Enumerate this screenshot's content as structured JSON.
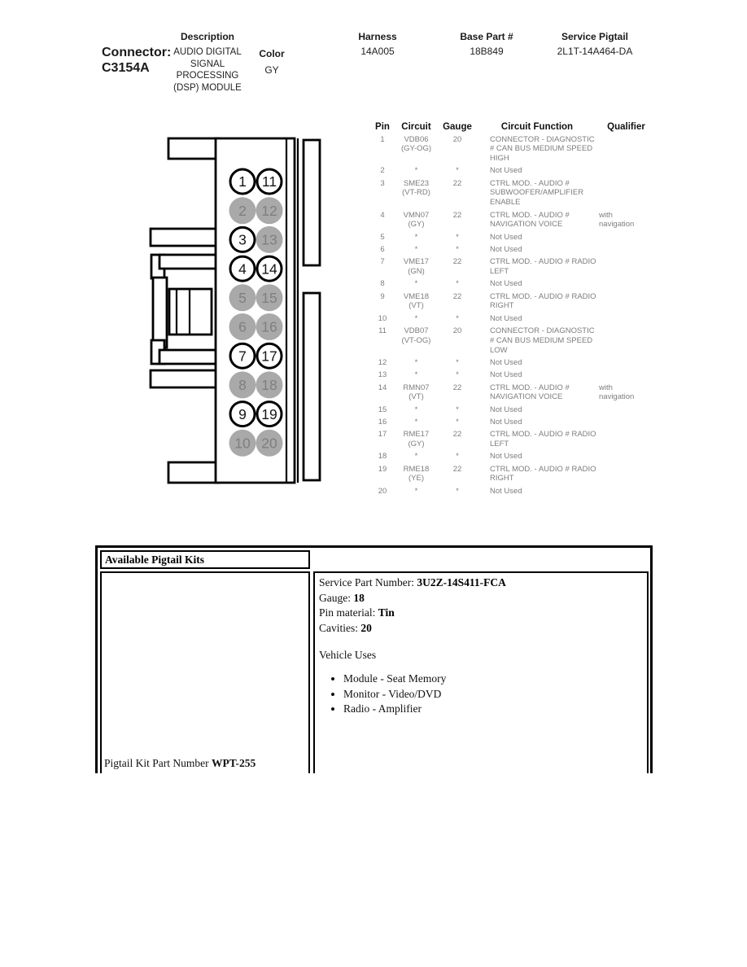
{
  "header": {
    "connector_label": "Connector:",
    "connector_id": "C3154A",
    "description_label": "Description",
    "description_value": "AUDIO DIGITAL SIGNAL PROCESSING (DSP) MODULE",
    "color_label": "Color",
    "color_value": "GY",
    "harness_label": "Harness",
    "harness_value": "14A005",
    "base_part_label": "Base Part #",
    "base_part_value": "18B849",
    "service_pigtail_label": "Service Pigtail",
    "service_pigtail_value": "2L1T-14A464-DA"
  },
  "connector_diagram": {
    "pins": [
      {
        "num": "1",
        "used": true
      },
      {
        "num": "2",
        "used": false
      },
      {
        "num": "3",
        "used": true
      },
      {
        "num": "4",
        "used": true
      },
      {
        "num": "5",
        "used": false
      },
      {
        "num": "6",
        "used": false
      },
      {
        "num": "7",
        "used": true
      },
      {
        "num": "8",
        "used": false
      },
      {
        "num": "9",
        "used": true
      },
      {
        "num": "10",
        "used": false
      },
      {
        "num": "11",
        "used": true
      },
      {
        "num": "12",
        "used": false
      },
      {
        "num": "13",
        "used": false
      },
      {
        "num": "14",
        "used": true
      },
      {
        "num": "15",
        "used": false
      },
      {
        "num": "16",
        "used": false
      },
      {
        "num": "17",
        "used": true
      },
      {
        "num": "18",
        "used": false
      },
      {
        "num": "19",
        "used": true
      },
      {
        "num": "20",
        "used": false
      }
    ],
    "unused_fill": "#a9a9a9",
    "used_fill": "#ffffff"
  },
  "pin_table": {
    "headers": [
      "Pin",
      "Circuit",
      "Gauge",
      "Circuit Function",
      "Qualifier"
    ],
    "rows": [
      {
        "pin": "1",
        "circuit": "VDB06\n(GY-OG)",
        "gauge": "20",
        "function": "CONNECTOR - DIAGNOSTIC\n# CAN BUS MEDIUM SPEED\nHIGH",
        "qualifier": ""
      },
      {
        "pin": "2",
        "circuit": "*",
        "gauge": "*",
        "function": "Not Used",
        "qualifier": ""
      },
      {
        "pin": "3",
        "circuit": "SME23\n(VT-RD)",
        "gauge": "22",
        "function": "CTRL MOD. - AUDIO #\nSUBWOOFER/AMPLIFIER\nENABLE",
        "qualifier": ""
      },
      {
        "pin": "4",
        "circuit": "VMN07\n(GY)",
        "gauge": "22",
        "function": "CTRL MOD. - AUDIO #\nNAVIGATION VOICE",
        "qualifier": "with\nnavigation"
      },
      {
        "pin": "5",
        "circuit": "*",
        "gauge": "*",
        "function": "Not Used",
        "qualifier": ""
      },
      {
        "pin": "6",
        "circuit": "*",
        "gauge": "*",
        "function": "Not Used",
        "qualifier": ""
      },
      {
        "pin": "7",
        "circuit": "VME17\n(GN)",
        "gauge": "22",
        "function": "CTRL MOD. - AUDIO # RADIO\nLEFT",
        "qualifier": ""
      },
      {
        "pin": "8",
        "circuit": "*",
        "gauge": "*",
        "function": "Not Used",
        "qualifier": ""
      },
      {
        "pin": "9",
        "circuit": "VME18\n(VT)",
        "gauge": "22",
        "function": "CTRL MOD. - AUDIO # RADIO\nRIGHT",
        "qualifier": ""
      },
      {
        "pin": "10",
        "circuit": "*",
        "gauge": "*",
        "function": "Not Used",
        "qualifier": ""
      },
      {
        "pin": "11",
        "circuit": "VDB07\n(VT-OG)",
        "gauge": "20",
        "function": "CONNECTOR - DIAGNOSTIC\n# CAN BUS MEDIUM SPEED\nLOW",
        "qualifier": ""
      },
      {
        "pin": "12",
        "circuit": "*",
        "gauge": "*",
        "function": "Not Used",
        "qualifier": ""
      },
      {
        "pin": "13",
        "circuit": "*",
        "gauge": "*",
        "function": "Not Used",
        "qualifier": ""
      },
      {
        "pin": "14",
        "circuit": "RMN07\n(VT)",
        "gauge": "22",
        "function": "CTRL MOD. - AUDIO #\nNAVIGATION VOICE",
        "qualifier": "with\nnavigation"
      },
      {
        "pin": "15",
        "circuit": "*",
        "gauge": "*",
        "function": "Not Used",
        "qualifier": ""
      },
      {
        "pin": "16",
        "circuit": "*",
        "gauge": "*",
        "function": "Not Used",
        "qualifier": ""
      },
      {
        "pin": "17",
        "circuit": "RME17\n(GY)",
        "gauge": "22",
        "function": "CTRL MOD. - AUDIO # RADIO\nLEFT",
        "qualifier": ""
      },
      {
        "pin": "18",
        "circuit": "*",
        "gauge": "*",
        "function": "Not Used",
        "qualifier": ""
      },
      {
        "pin": "19",
        "circuit": "RME18\n(YE)",
        "gauge": "22",
        "function": "CTRL MOD. - AUDIO # RADIO\nRIGHT",
        "qualifier": ""
      },
      {
        "pin": "20",
        "circuit": "*",
        "gauge": "*",
        "function": "Not Used",
        "qualifier": ""
      }
    ]
  },
  "pigtail_kits": {
    "title": "Available Pigtail Kits",
    "service_part_number_label": "Service Part Number:",
    "service_part_number": "3U2Z-14S411-FCA",
    "gauge_label": "Gauge:",
    "gauge": "18",
    "pin_material_label": "Pin material:",
    "pin_material": "Tin",
    "cavities_label": "Cavities:",
    "cavities": "20",
    "vehicle_uses_label": "Vehicle Uses",
    "vehicle_uses": [
      "Module - Seat Memory",
      "Monitor - Video/DVD",
      "Radio - Amplifier"
    ],
    "kit_part_number_label": "Pigtail Kit Part Number",
    "kit_part_number": "WPT-255"
  }
}
